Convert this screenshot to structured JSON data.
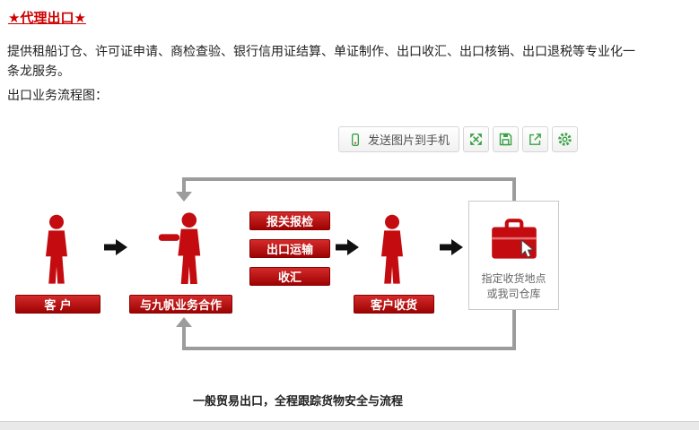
{
  "header": {
    "title": "★代理出口★",
    "intro": "提供租船订仓、许可证申请、商检查验、银行信用证结算、单证制作、出口收汇、出口核销、出口退税等专业化一条龙服务。",
    "flow_label": "出口业务流程图："
  },
  "toolbar": {
    "send_label": "发送图片到手机",
    "icons": {
      "send": "phone-icon",
      "fullscreen": "fullscreen-icon",
      "save": "save-icon",
      "export": "export-icon",
      "settings": "gear-icon"
    }
  },
  "flow": {
    "customer": "客 户",
    "cooperate": "与九帆业务合作",
    "steps": [
      "报关报检",
      "出口运输",
      "收汇"
    ],
    "receive": "客户收货",
    "destination": [
      "指定收货地点",
      "或我司仓库"
    ],
    "caption": "一般贸易出口，全程跟踪货物安全与流程"
  },
  "colors": {
    "accent_red": "#c00000",
    "icon_green": "#3aa245",
    "connector_gray": "#9c9c9c"
  }
}
